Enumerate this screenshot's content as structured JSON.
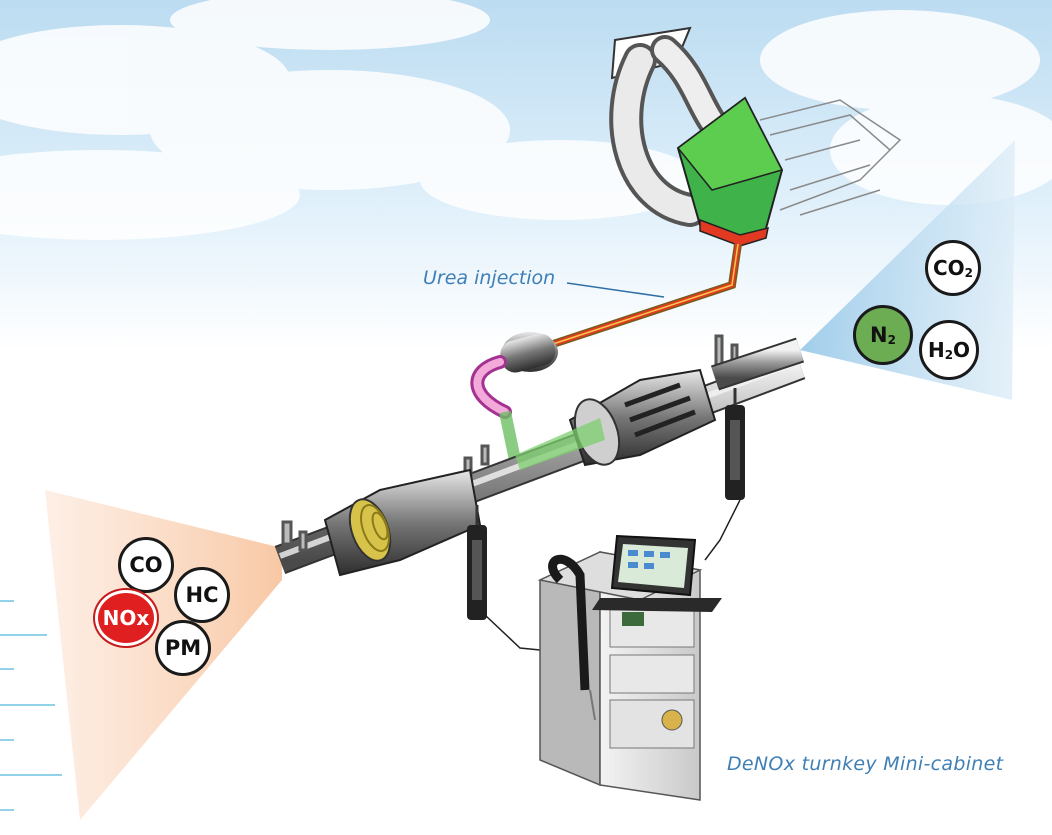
{
  "labels": {
    "urea_injection": "Urea injection",
    "cabinet": "DeNOx turnkey Mini-cabinet"
  },
  "inlet_gases": {
    "co": "CO",
    "hc": "HC",
    "nox": "NOx",
    "pm": "PM"
  },
  "outlet_gases": {
    "co2_main": "CO",
    "co2_sub": "2",
    "n2_main": "N",
    "n2_sub": "2",
    "h2o_h": "H",
    "h2o_sub": "2",
    "h2o_o": "O"
  },
  "colors": {
    "nox_badge": "#e02020",
    "n2_badge": "#6cad53",
    "label_text": "#3f7fb6",
    "urea_tank": "#3fb34a",
    "urea_line": "#e23a22",
    "inlet_cone": "#f6b48a",
    "outlet_cone": "#a9d3ee"
  }
}
